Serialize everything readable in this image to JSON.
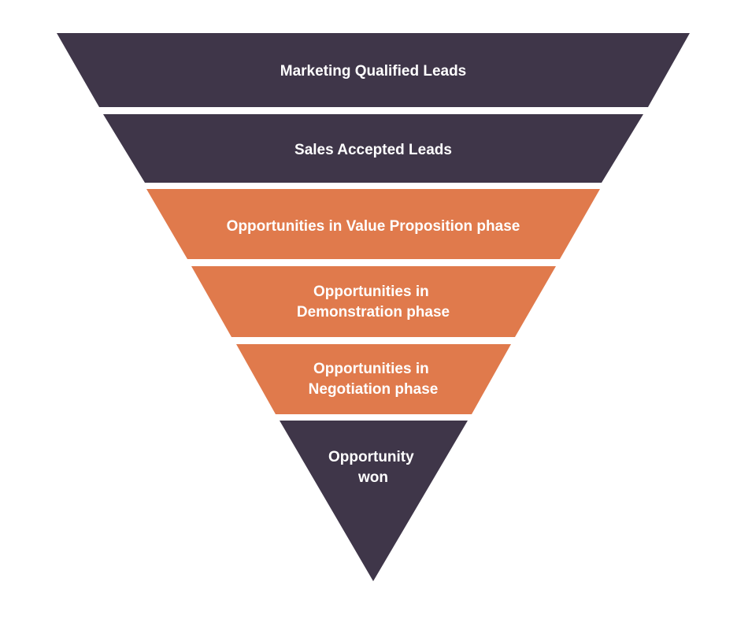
{
  "colors": {
    "dark": "#3f3649",
    "accent": "#e07a4c",
    "background": "#ffffff"
  },
  "funnel": {
    "stages": [
      {
        "lines": [
          "Marketing Qualified Leads"
        ],
        "color": "dark"
      },
      {
        "lines": [
          "Sales Accepted Leads"
        ],
        "color": "dark"
      },
      {
        "lines": [
          "Opportunities in Value Proposition phase"
        ],
        "color": "accent"
      },
      {
        "lines": [
          "Opportunities in",
          "Demonstration phase"
        ],
        "color": "accent"
      },
      {
        "lines": [
          "Opportunities in",
          "Negotiation phase"
        ],
        "color": "accent"
      },
      {
        "lines": [
          "Opportunity",
          "won"
        ],
        "color": "dark"
      }
    ]
  }
}
